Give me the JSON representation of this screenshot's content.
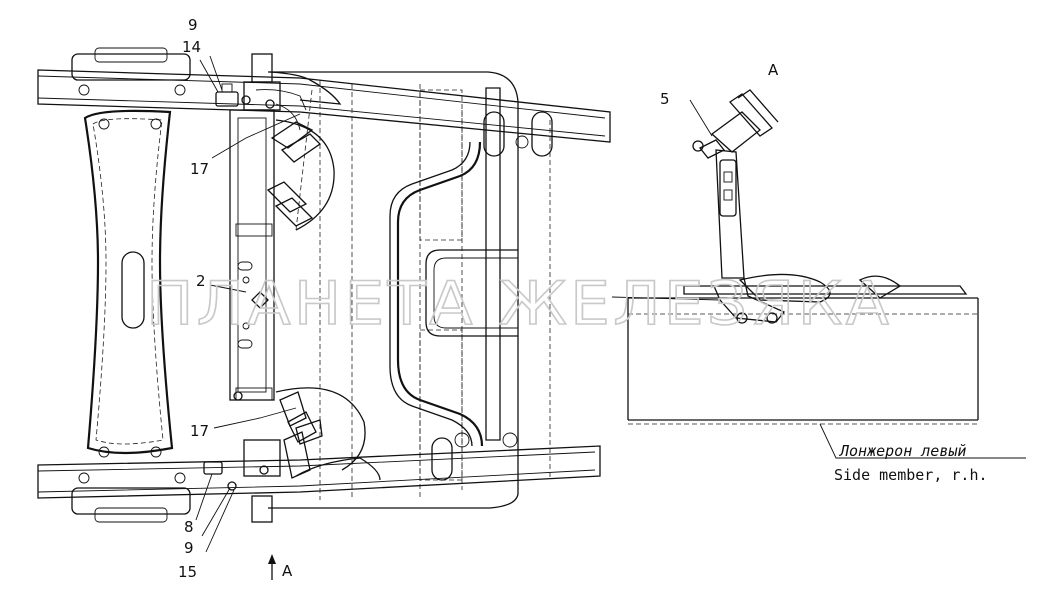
{
  "callouts": {
    "c9_top": "9",
    "c14": "14",
    "c17_top": "17",
    "c2": "2",
    "c17_bottom": "17",
    "c8": "8",
    "c9_bottom": "9",
    "c15": "15",
    "c5": "5"
  },
  "view_markers": {
    "arrow_label": "A",
    "detail_title": "A"
  },
  "captions": {
    "ru": "Лонжерон левый",
    "en": "Side member, r.h."
  },
  "watermark": "ПЛАНЕТА ЖЕЛЕЗЯКА"
}
